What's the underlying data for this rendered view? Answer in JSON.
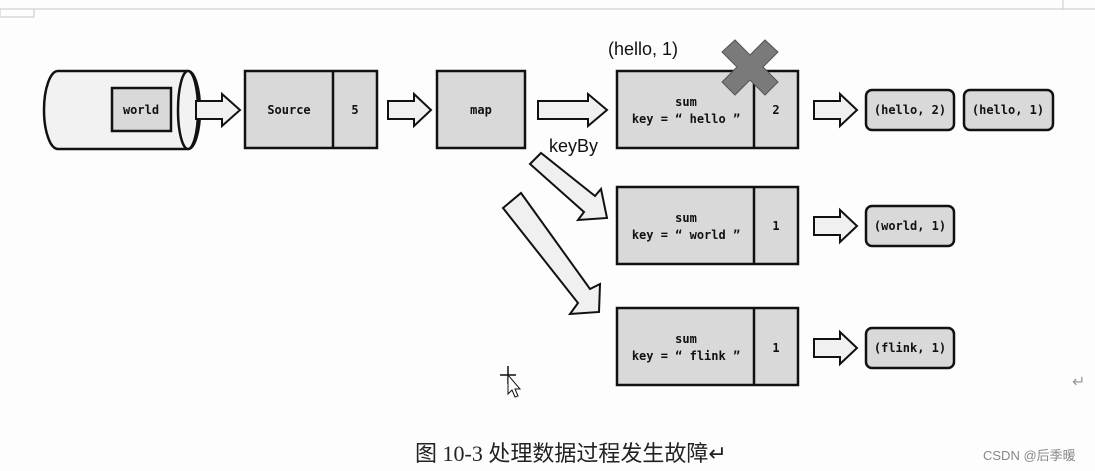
{
  "source_cylinder": {
    "record": "world"
  },
  "source_operator": {
    "name": "Source",
    "state": "5"
  },
  "map_operator": {
    "name": "map"
  },
  "edge_label": "keyBy",
  "failed_record_label": "(hello, 1)",
  "failure_marker": "x-icon",
  "sum_operators": [
    {
      "title": "sum",
      "key_line": "key = “ hello ”",
      "state": "2",
      "outputs": [
        "(hello, 2)",
        "(hello, 1)"
      ]
    },
    {
      "title": "sum",
      "key_line": "key = “ world ”",
      "state": "1",
      "outputs": [
        "(world, 1)"
      ]
    },
    {
      "title": "sum",
      "key_line": "key = “ flink ”",
      "state": "1",
      "outputs": [
        "(flink, 1)"
      ]
    }
  ],
  "caption": "图 10-3  处理数据过程发生故障↵",
  "pilcrow": "↵",
  "watermark": "CSDN @后季暖"
}
